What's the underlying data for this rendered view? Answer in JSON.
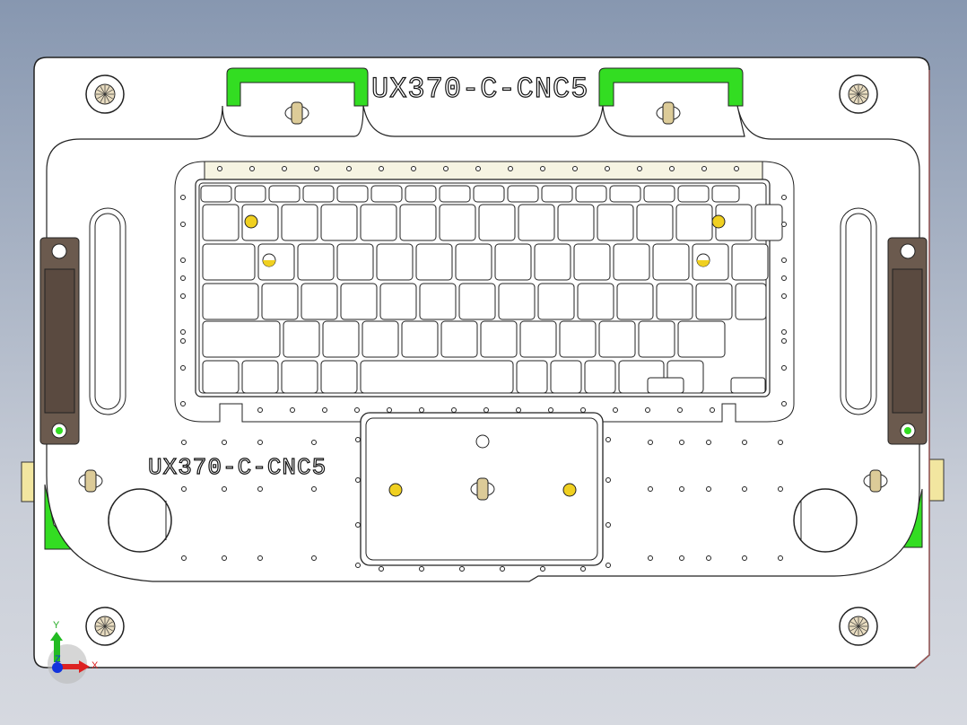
{
  "part_label_top": "UX370-C-CNC5",
  "part_label_left": "UX370-C-CNC5",
  "triad": {
    "x_label": "X",
    "y_label": "Y",
    "z_label": "Z"
  },
  "colors": {
    "plate": "#ffffff",
    "green_clamp": "#33dd22",
    "handle": "#6b5a4e",
    "pin_yellow": "#f0d020",
    "keyboard_strip": "#f6f4e2",
    "side_block": "#f2e6a0"
  }
}
